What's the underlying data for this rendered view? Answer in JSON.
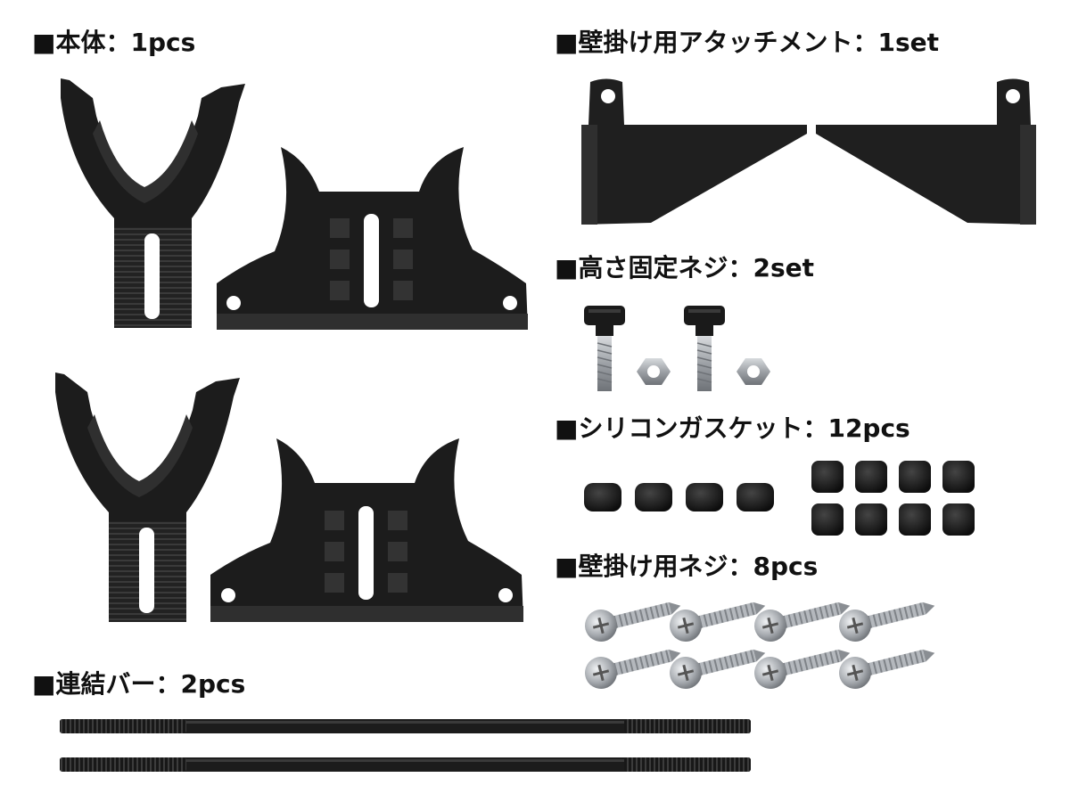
{
  "labels": {
    "body": "■本体：1pcs",
    "wall_attachment": "■壁掛け用アタッチメント：1set",
    "height_screw": "■高さ固定ネジ：2set",
    "gasket": "■シリコンガスケット：12pcs",
    "wall_screw": "■壁掛け用ネジ：8pcs",
    "bar": "■連結バー：2pcs"
  },
  "colors": {
    "part": "#1c1c1c",
    "part_shade": "#2f2f2f",
    "metal": "#a9adb2",
    "text": "#111111"
  }
}
